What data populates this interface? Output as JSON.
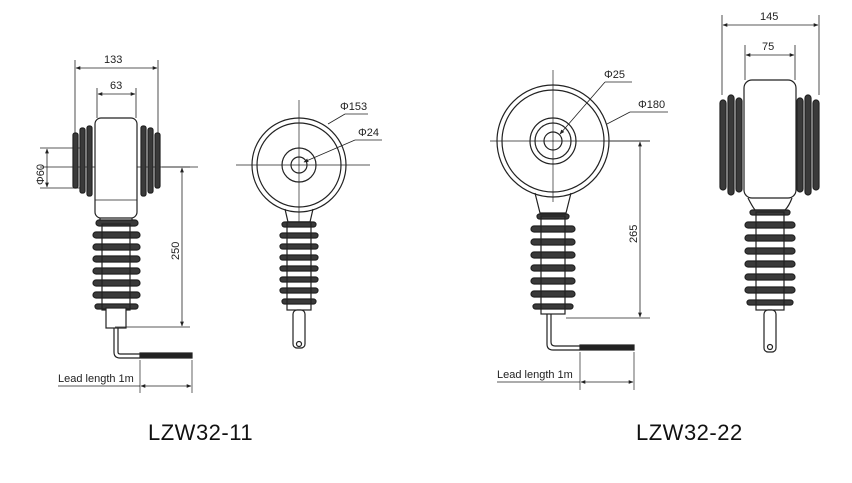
{
  "left_product": {
    "caption": "LZW32-11",
    "dims": {
      "width_outer": "133",
      "width_inner": "63",
      "diameter_body": "Φ60",
      "height": "250",
      "diameter_face": "Φ153",
      "diameter_bore": "Φ24"
    },
    "lead_label": "Lead length 1m"
  },
  "right_product": {
    "caption": "LZW32-22",
    "dims": {
      "diameter_bore": "Φ25",
      "diameter_face": "Φ180",
      "height": "265",
      "width_outer": "145",
      "width_inner": "75"
    },
    "lead_label": "Lead length 1m"
  },
  "colors": {
    "ink": "#222222",
    "shed_fill": "#3a3a3a",
    "background": "#ffffff"
  }
}
